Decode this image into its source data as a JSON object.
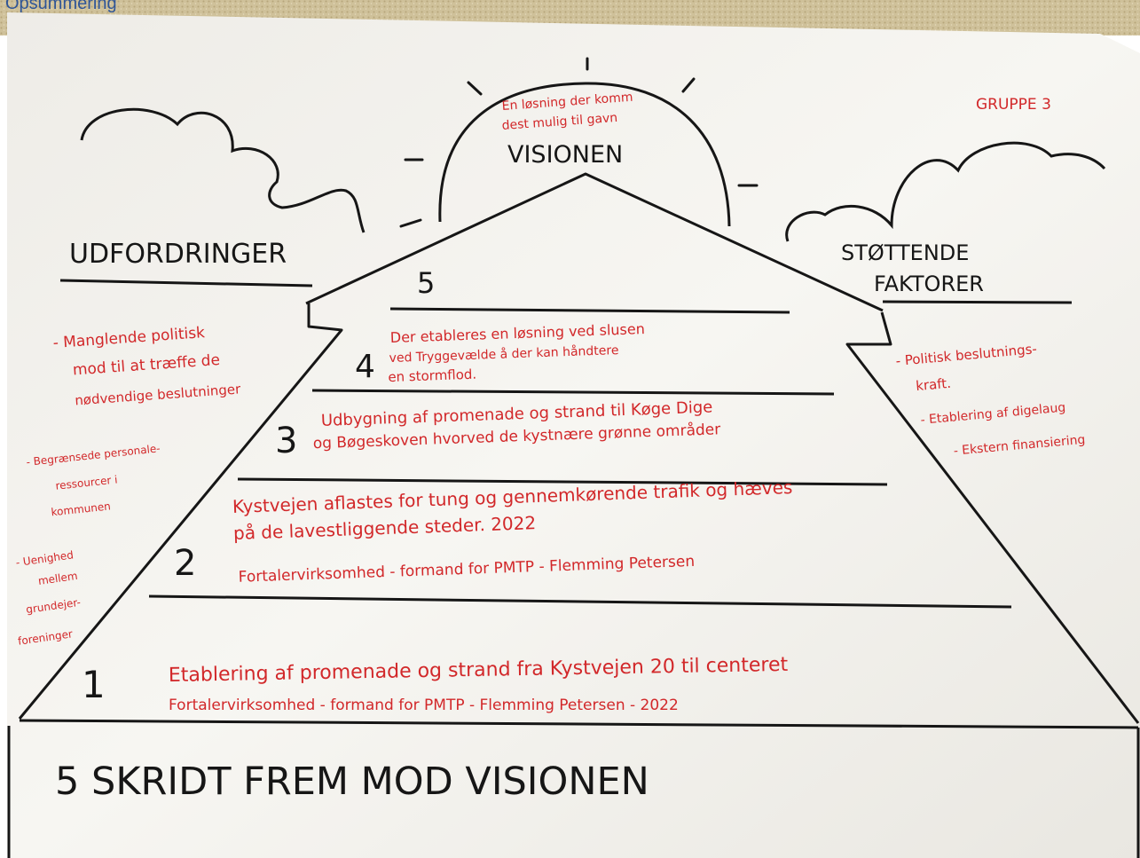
{
  "header": {
    "link_text": "Opsummering"
  },
  "poster": {
    "group_label": "GRUPPE 3",
    "vision": {
      "title": "VISIONEN",
      "note_line1": "En løsning der komm",
      "note_line2": "dest mulig til gavn"
    },
    "challenges": {
      "heading": "UDFORDRINGER",
      "items": [
        [
          "- Manglende politisk",
          "mod til at træffe de",
          "nødvendige beslutninger"
        ],
        [
          "- Begrænsede personale-",
          "ressourcer i",
          "kommunen"
        ],
        [
          "- Uenighed",
          "mellem",
          "grundejer-",
          "foreninger"
        ]
      ]
    },
    "supporting": {
      "heading_line1": "STØTTENDE",
      "heading_line2": "FAKTORER",
      "items": [
        [
          "- Politisk beslutnings-",
          "kraft."
        ],
        [
          "- Etablering af digelaug"
        ],
        [
          "- Ekstern finansiering"
        ]
      ]
    },
    "steps": [
      {
        "number": "5",
        "lines": []
      },
      {
        "number": "4",
        "lines": [
          "Der etableres en løsning ved slusen",
          "ved Tryggevælde å der kan håndtere",
          "en stormflod."
        ]
      },
      {
        "number": "3",
        "lines": [
          "Udbygning af promenade og strand til Køge Dige",
          "og Bøgeskoven hvorved de kystnære grønne områder"
        ]
      },
      {
        "number": "2",
        "lines": [
          "Kystvejen aflastes for tung og gennemkørende trafik og hæves",
          "på de lavestliggende steder.  2022",
          "Fortalervirksomhed - formand for PMTP - Flemming Petersen"
        ]
      },
      {
        "number": "1",
        "lines": [
          "Etablering af promenade og strand fra Kystvejen 20 til centeret",
          "Fortalervirksomhed - formand for PMTP - Flemming Petersen  - 2022"
        ]
      }
    ],
    "footer_title": "5 SKRIDT FREM MOD VISIONEN"
  }
}
